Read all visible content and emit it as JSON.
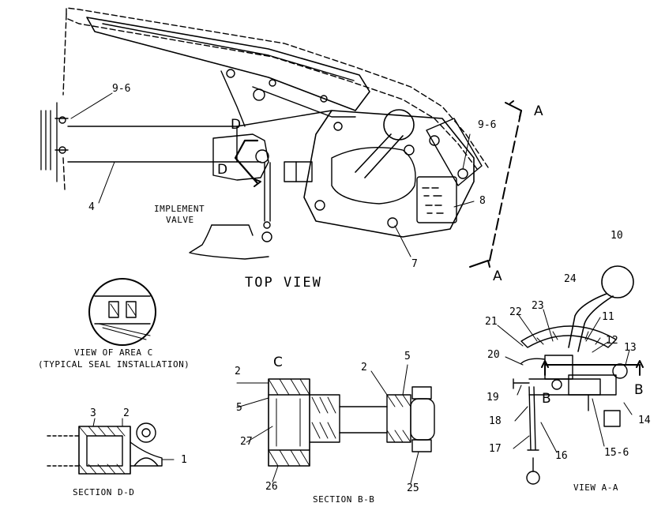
{
  "views": {
    "top_view": "TOP VIEW",
    "area_c_line1": "VIEW OF AREA C",
    "area_c_line2": "(TYPICAL SEAL INSTALLATION)",
    "section_dd": "SECTION D-D",
    "section_bb": "SECTION B-B",
    "view_aa": "VIEW A-A"
  },
  "notes": {
    "implement_valve_line1": "IMPLEMENT",
    "implement_valve_line2": "VALVE"
  },
  "section_markers": {
    "a_upper": "A",
    "a_lower": "A",
    "d_upper": "D",
    "d_lower": "D",
    "c": "C",
    "b_left": "B",
    "b_right": "B"
  },
  "callouts": {
    "top_9_6_left": "9-6",
    "top_9_6_right": "9-6",
    "top_4": "4",
    "top_8": "8",
    "top_7": "7",
    "dd_3": "3",
    "dd_2": "2",
    "dd_1": "1",
    "bb_2_left": "2",
    "bb_5_left": "5",
    "bb_27": "27",
    "bb_26": "26",
    "bb_2_right": "2",
    "bb_5_right": "5",
    "bb_25": "25",
    "aa_10": "10",
    "aa_24": "24",
    "aa_22": "22",
    "aa_23": "23",
    "aa_21": "21",
    "aa_11": "11",
    "aa_12": "12",
    "aa_13": "13",
    "aa_20": "20",
    "aa_19": "19",
    "aa_14": "14",
    "aa_18": "18",
    "aa_17": "17",
    "aa_16": "16",
    "aa_15_6": "15-6"
  }
}
